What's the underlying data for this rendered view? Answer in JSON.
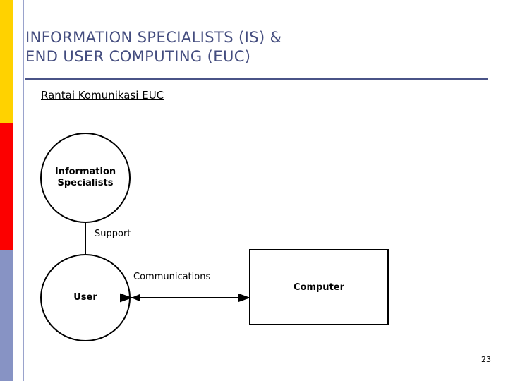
{
  "slide": {
    "title_lines": [
      "INFORMATION SPECIALISTS (IS) &",
      "END USER COMPUTING (EUC)"
    ],
    "subtitle": "Rantai Komunikasi EUC",
    "page_number": "23",
    "accent_colors": {
      "title": "#444d7f",
      "rule": "#4a5387",
      "bar_yellow": "#ffd200",
      "bar_red": "#fc0000",
      "bar_blue": "#8793c4"
    }
  },
  "diagram": {
    "nodes": [
      {
        "id": "information-specialists",
        "label": "Information\nSpecialists",
        "shape": "circle"
      },
      {
        "id": "user",
        "label": "User",
        "shape": "circle"
      },
      {
        "id": "computer",
        "label": "Computer",
        "shape": "rectangle"
      }
    ],
    "edges": [
      {
        "id": "support",
        "label": "Support",
        "from": "information-specialists",
        "to": "user"
      },
      {
        "id": "communications",
        "label": "Communications",
        "from": "user",
        "to": "computer"
      }
    ]
  }
}
